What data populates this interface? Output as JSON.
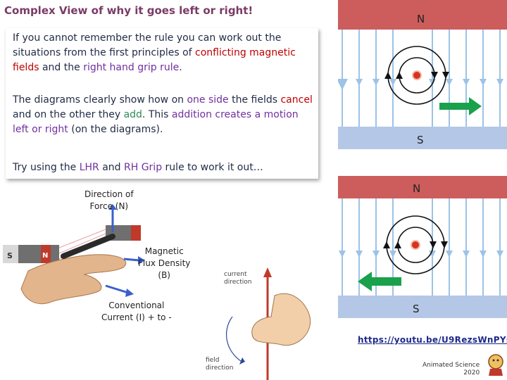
{
  "title": "Complex View of why it goes left or right!",
  "intro": {
    "a": "If you cannot remember the rule you can work out the situations from the first principles of ",
    "b": "conflicting magnetic fields",
    "c": " and the ",
    "d": "right hand grip rule",
    "e": "."
  },
  "diagrams_text": {
    "a": "The diagrams clearly show how on ",
    "b": "one side",
    "c": " the fields ",
    "d": "cancel",
    "e": " and on the other they ",
    "f": "add",
    "g": ". This ",
    "h": "addition creates a motion left or right",
    "i": " (on the diagrams)."
  },
  "try_text": {
    "a": "Try using the ",
    "b": "LHR",
    "c": " and ",
    "d": "RH Grip",
    "e": " rule to work it out…"
  },
  "labels": {
    "force_1": "Direction of",
    "force_2": "Force (N)",
    "flux_1": "Magnetic",
    "flux_2": "Flux Density",
    "flux_3": "(B)",
    "current_1": "Conventional",
    "current_2": "Current (I) + to -",
    "current_dir_1": "current",
    "current_dir_2": "direction",
    "field_dir_1": "field",
    "field_dir_2": "direction"
  },
  "magnet_labels": {
    "north": "N",
    "south": "S",
    "hand_s": "S",
    "hand_n": "N"
  },
  "link": "https://youtu.be/U9RezsWnPYs",
  "credit_1": "Animated Science",
  "credit_2": "2020",
  "colors": {
    "title": "#7a3b66",
    "north_pole": "#cd5c5c",
    "south_pole": "#b4c7e7",
    "field_line": "#9dc3e6",
    "force_arrow": "#1aa14b",
    "label_arrow": "#3a5fcd"
  },
  "icons": [
    "left-hand-rule-illustration",
    "right-hand-grip-illustration",
    "cartoon-logo-icon"
  ]
}
